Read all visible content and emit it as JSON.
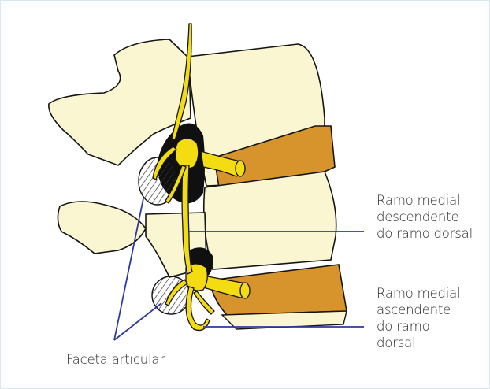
{
  "labels": {
    "descending": "Ramo medial\ndescendente\ndo ramo dorsal",
    "ascending": "Ramo medial\nascendente\ndo ramo\ndorsal",
    "facet": "Faceta articular"
  },
  "colors": {
    "bone": "#fbf6d2",
    "outline": "#141414",
    "disc": "#d8942c",
    "nerve": "#f4dc12",
    "pointer": "#2d3aa0"
  }
}
